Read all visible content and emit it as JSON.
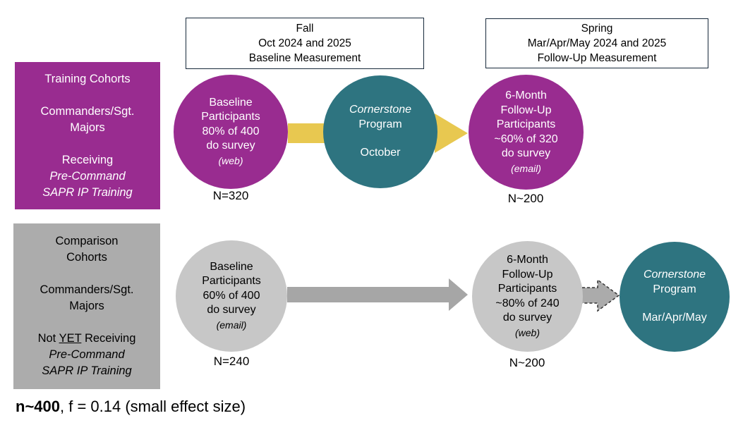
{
  "headers": {
    "fall": {
      "line1": "Fall",
      "line2": "Oct 2024 and 2025",
      "line3": "Baseline Measurement"
    },
    "spring": {
      "line1": "Spring",
      "line2": "Mar/Apr/May 2024 and 2025",
      "line3": "Follow-Up Measurement"
    }
  },
  "training_box": {
    "line1": "Training Cohorts",
    "line2a": "Commanders/Sgt.",
    "line2b": "Majors",
    "line3": "Receiving",
    "line4_italic": "Pre-Command",
    "line5_italic": "SAPR IP Training"
  },
  "comparison_box": {
    "line1a": "Comparison",
    "line1b": "Cohorts",
    "line2a": "Commanders/Sgt.",
    "line2b": "Majors",
    "line3_pre": "Not ",
    "line3_underlined": "YET",
    "line3_post": " Receiving",
    "line4_italic": "Pre-Command",
    "line5_italic": "SAPR IP Training"
  },
  "circles": {
    "training_baseline": {
      "line1": "Baseline",
      "line2": "Participants",
      "line3": "80% of 400",
      "line4": "do survey",
      "note": "(web)",
      "n_label": "N=320"
    },
    "cornerstone_fall": {
      "program_italic": "Cornerstone",
      "program_word": "Program",
      "timing": "October"
    },
    "training_followup": {
      "line1": "6-Month",
      "line2": "Follow-Up",
      "line3": "Participants",
      "line4": "~60% of 320",
      "line5": "do survey",
      "note": "(email)",
      "n_label": "N~200"
    },
    "comparison_baseline": {
      "line1": "Baseline",
      "line2": "Participants",
      "line3": "60% of 400",
      "line4": "do survey",
      "note": "(email)",
      "n_label": "N=240"
    },
    "comparison_followup": {
      "line1": "6-Month",
      "line2": "Follow-Up",
      "line3": "Participants",
      "line4": "~80% of 240",
      "line5": "do survey",
      "note": "(web)",
      "n_label": "N~200"
    },
    "cornerstone_spring": {
      "program_italic": "Cornerstone",
      "program_word": "Program",
      "timing": "Mar/Apr/May"
    }
  },
  "footer": {
    "bold": "n~400",
    "rest": ", f = 0.14 (small effect size)"
  },
  "colors": {
    "purple": "#992C90",
    "teal": "#2E7480",
    "gray_box": "#ACACAC",
    "gray_circle": "#C7C7C7",
    "arrow_yellow": "#E8C850",
    "arrow_gray": "#A6A6A6",
    "header_border": "#17293B"
  }
}
